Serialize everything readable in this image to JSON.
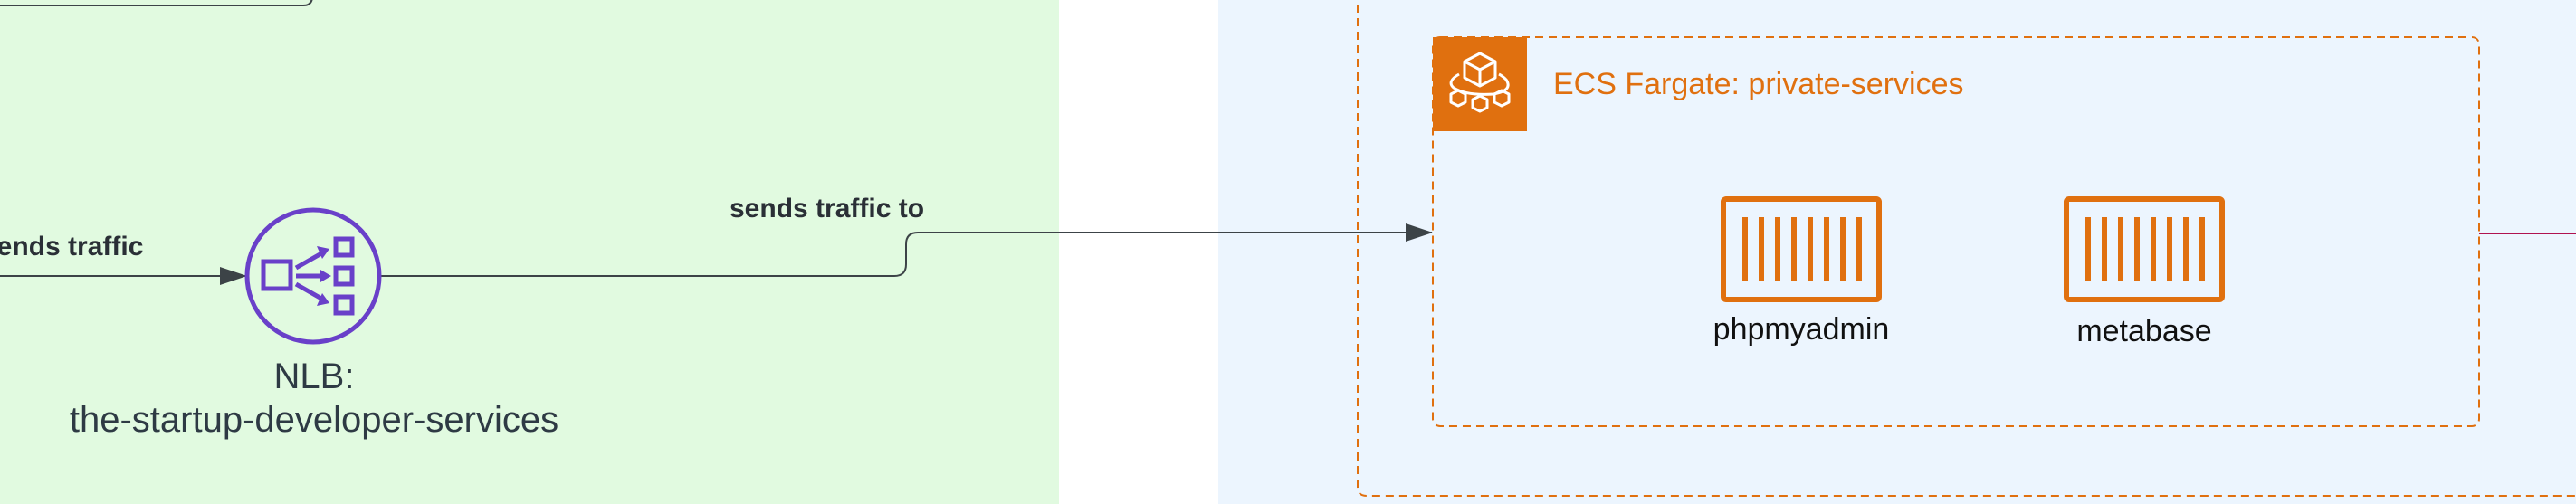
{
  "colors": {
    "green_zone": "#e1fae0",
    "blue_zone": "#ecf5fe",
    "ecs_orange": "#e0700f",
    "nlb_purple": "#6940c9",
    "arrow_gray": "#3c4347",
    "right_edge_line": "#b0124f"
  },
  "edges": {
    "incoming_label": "sends traffic",
    "outgoing_label": "sends traffic to"
  },
  "nlb": {
    "icon": "network-load-balancer-icon",
    "label_line1": "NLB:",
    "label_line2": "the-startup-developer-services"
  },
  "ecs_group": {
    "icon": "ecs-fargate-icon",
    "title": "ECS Fargate: private-services"
  },
  "services": [
    {
      "icon": "container-icon",
      "label": "phpmyadmin"
    },
    {
      "icon": "container-icon",
      "label": "metabase"
    }
  ]
}
